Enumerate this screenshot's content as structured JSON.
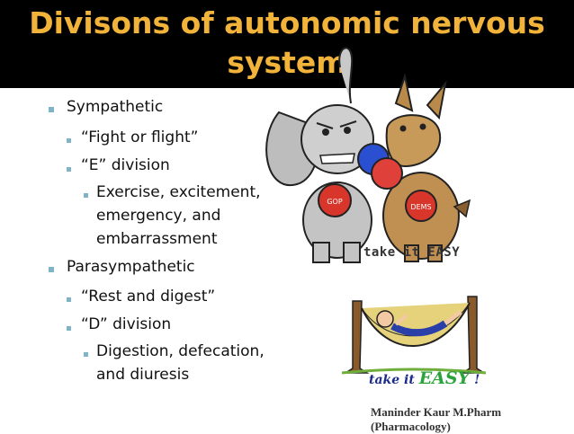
{
  "title": "Divisons of autonomic nervous system",
  "bullets": [
    {
      "level": 1,
      "text": "Sympathetic"
    },
    {
      "level": 2,
      "text": "“Fight or flight”"
    },
    {
      "level": 2,
      "text": "“E” division"
    },
    {
      "level": 3,
      "text": "Exercise, excitement,"
    },
    {
      "level": 3,
      "text": "emergency, and"
    },
    {
      "level": 3,
      "text": "embarrassment"
    },
    {
      "level": 1,
      "text": "Parasympathetic"
    },
    {
      "level": 2,
      "text": "“Rest and digest”"
    },
    {
      "level": 2,
      "text": "“D” division"
    },
    {
      "level": 3,
      "text": "Digestion, defecation,"
    },
    {
      "level": 3,
      "text": "and diuresis"
    }
  ],
  "cartoon_fight": {
    "gop_label": "GOP",
    "dems_label": "DEMS",
    "caption": "take it EASY"
  },
  "cartoon_hammock": {
    "caption_prefix": "take it",
    "caption_emphasis": "EASY",
    "caption_suffix": "!"
  },
  "footer": "Maninder Kaur M.Pharm (Pharmacology)",
  "colors": {
    "title": "#f2b33a",
    "bullet_marker": "#7fb3c8",
    "background": "#ffffff",
    "title_bar": "#000000"
  }
}
